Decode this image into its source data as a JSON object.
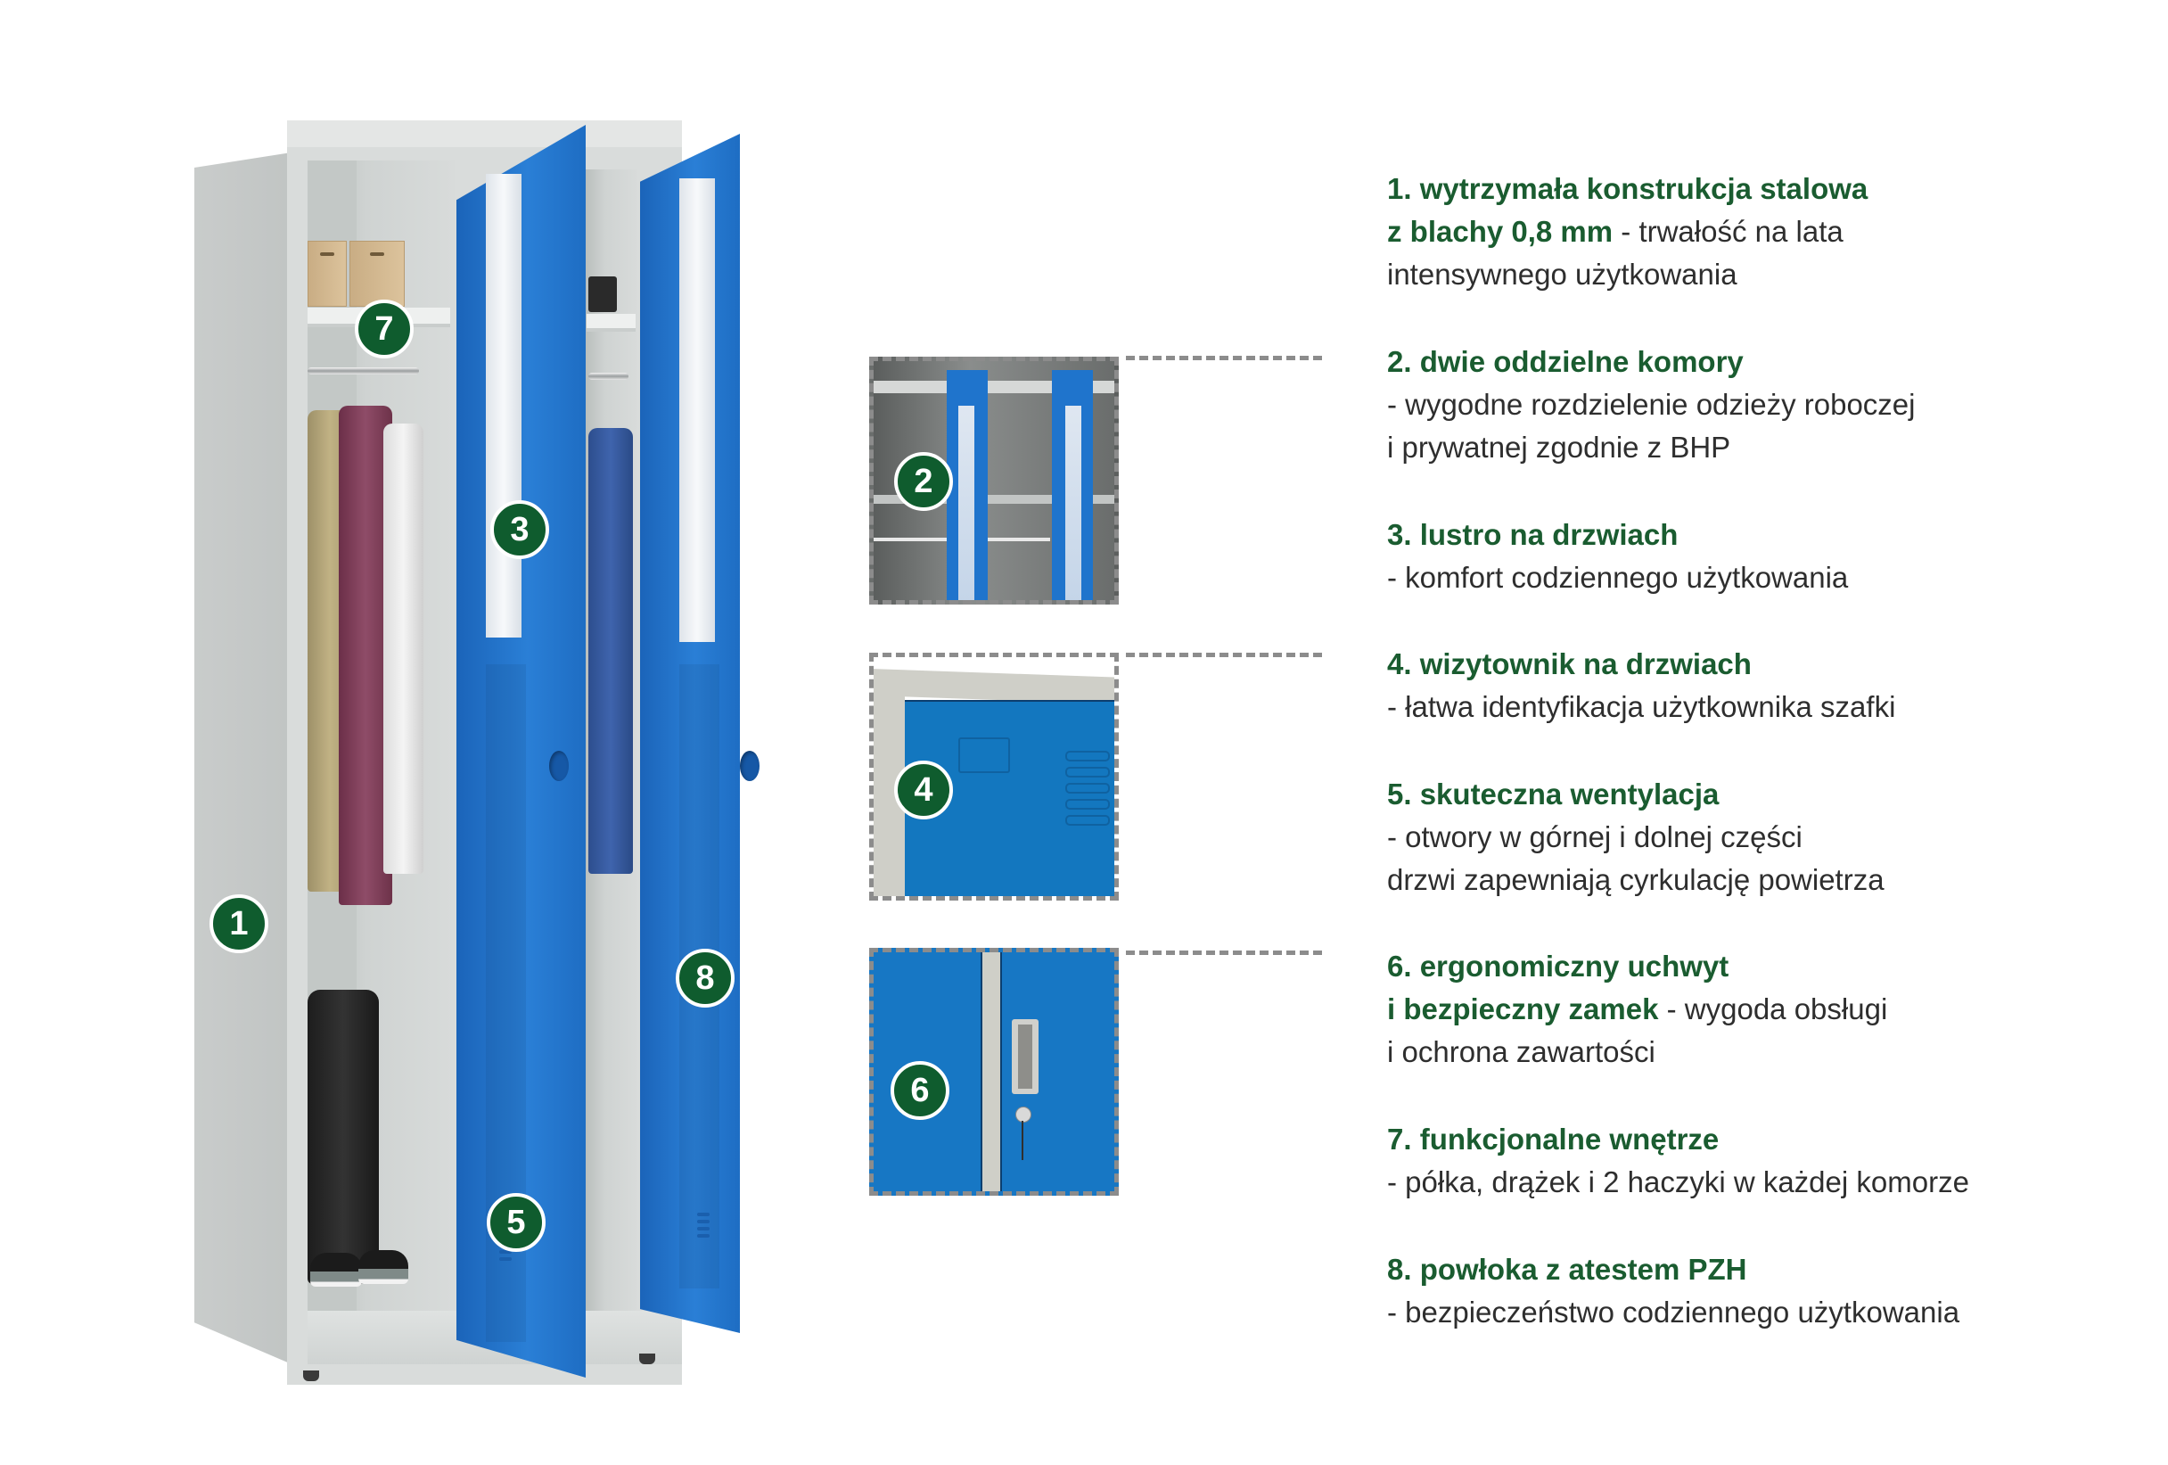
{
  "colors": {
    "badge_green": "#0f5c2e",
    "heading_green": "#1a5c30",
    "body_text": "#2e2e2e",
    "door_blue": "#1e73c8",
    "cabinet_grey": "#d9dcdb",
    "dash_grey": "#8c8c8c"
  },
  "badges": [
    "1",
    "2",
    "3",
    "4",
    "5",
    "6",
    "7",
    "8"
  ],
  "features": [
    {
      "number": "1.",
      "title_lines": [
        "wytrzymała konstrukcja stalowa",
        "z blachy 0,8 mm"
      ],
      "desc_inline": " - trwałość na lata",
      "desc_lines": [
        "intensywnego użytkowania"
      ]
    },
    {
      "number": "2.",
      "title_lines": [
        "dwie oddzielne komory"
      ],
      "desc_lines": [
        "- wygodne rozdzielenie odzieży roboczej",
        "i prywatnej zgodnie z BHP"
      ]
    },
    {
      "number": "3.",
      "title_lines": [
        "lustro na drzwiach"
      ],
      "desc_lines": [
        "- komfort codziennego użytkowania"
      ]
    },
    {
      "number": "4.",
      "title_lines": [
        "wizytownik na drzwiach"
      ],
      "desc_lines": [
        "- łatwa identyfikacja użytkownika szafki"
      ]
    },
    {
      "number": "5.",
      "title_lines": [
        "skuteczna wentylacja"
      ],
      "desc_lines": [
        "- otwory w górnej i dolnej części",
        "drzwi zapewniają cyrkulację powietrza"
      ]
    },
    {
      "number": "6.",
      "title_lines": [
        " ergonomiczny uchwyt",
        "i bezpieczny zamek"
      ],
      "desc_inline": " - wygoda obsługi",
      "desc_lines": [
        "i ochrona zawartości"
      ]
    },
    {
      "number": "7.",
      "title_lines": [
        " funkcjonalne wnętrze"
      ],
      "desc_lines": [
        "- półka, drążek i 2 haczyki w każdej komorze"
      ]
    },
    {
      "number": "8.",
      "title_lines": [
        "powłoka z atestem PZH"
      ],
      "desc_lines": [
        "- bezpieczeństwo codziennego użytkowania"
      ]
    }
  ]
}
